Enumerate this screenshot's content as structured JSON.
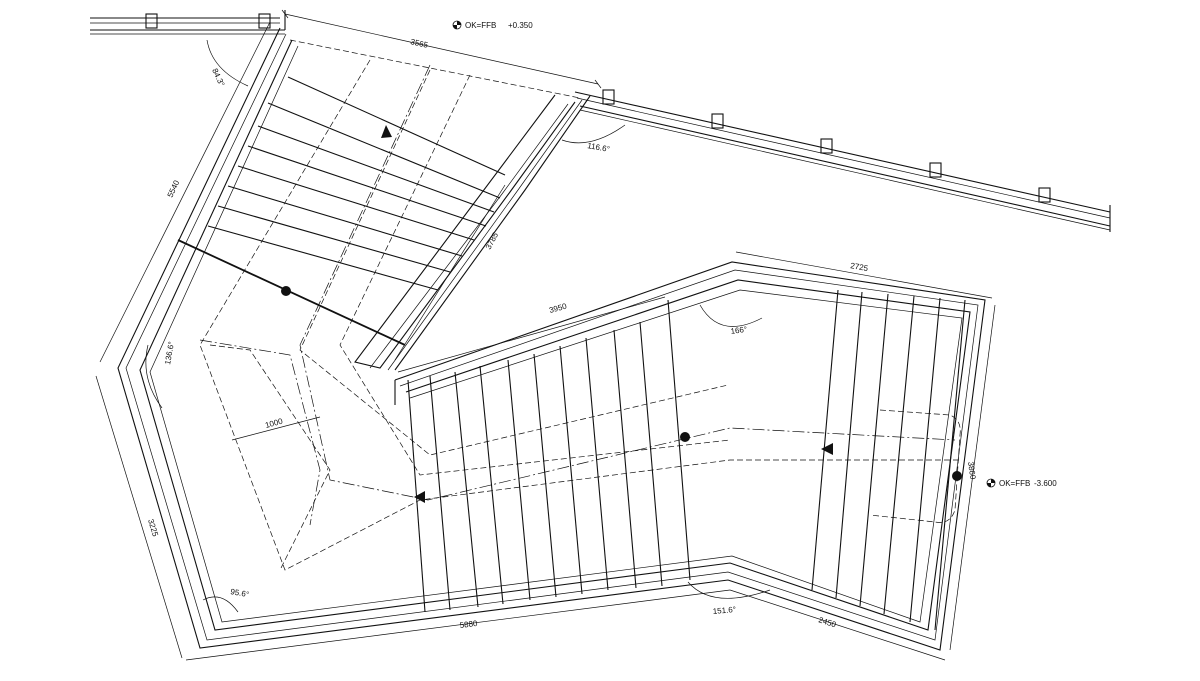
{
  "drawing": {
    "levels": {
      "top": {
        "label": "OK=FFB",
        "value": "+0.350"
      },
      "bottom": {
        "label": "OK=FFB",
        "value": "-3.600"
      }
    },
    "dimensions": {
      "top_edge": "3565",
      "left_upper": "5540",
      "left_lower": "3225",
      "inner_diag": "3785",
      "upper_flight": "3950",
      "right_top": "2725",
      "right_side": "3860",
      "bottom_main": "5880",
      "bottom_right": "2450",
      "landing_width": "1000"
    },
    "angles": {
      "a_top_left": "84.3°",
      "a_top_inner": "116.6°",
      "a_left": "136.6°",
      "a_bottom_left": "95.6°",
      "a_upper_right": "166°",
      "a_bottom_right": "151.6°"
    }
  }
}
